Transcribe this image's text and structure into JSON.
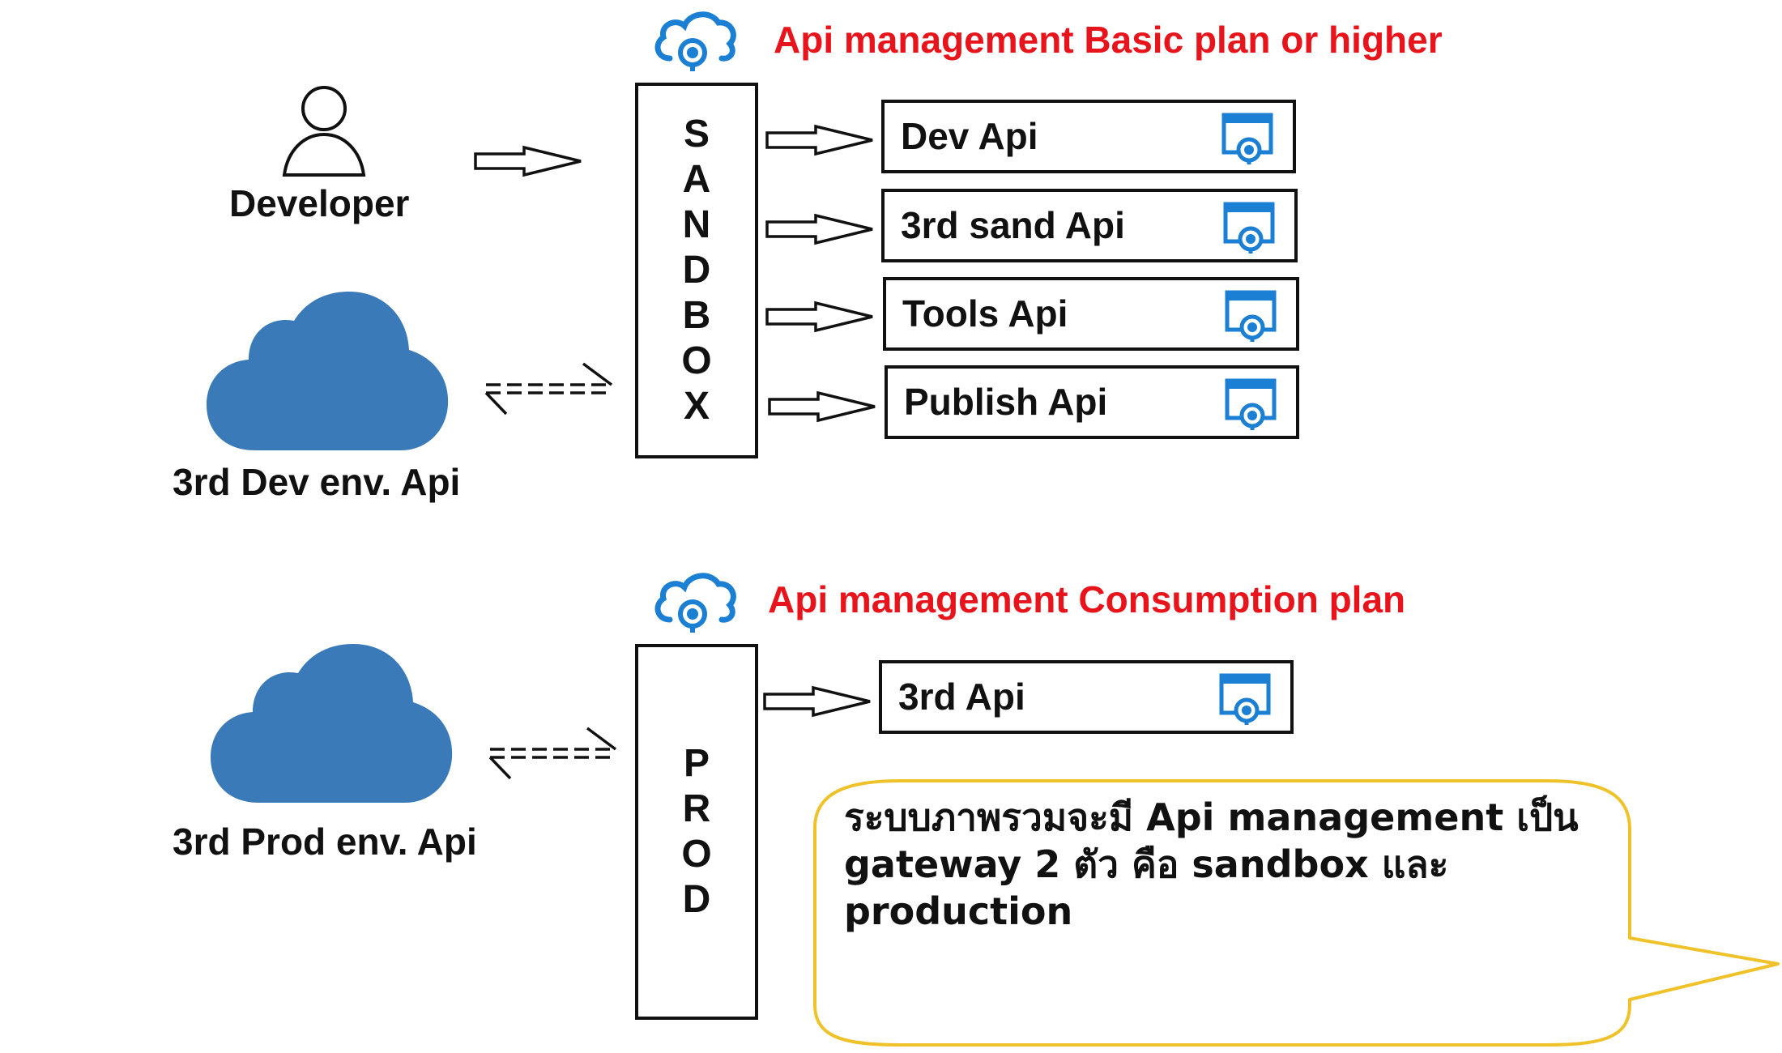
{
  "top_section": {
    "title": "Api management Basic plan or higher",
    "developer_label": "Developer",
    "cloud_label": "3rd Dev env. Api",
    "gateway_letters": [
      "S",
      "A",
      "N",
      "D",
      "B",
      "O",
      "X"
    ],
    "apis": [
      {
        "label": "Dev Api"
      },
      {
        "label": "3rd sand Api"
      },
      {
        "label": "Tools Api"
      },
      {
        "label": "Publish Api"
      }
    ]
  },
  "bottom_section": {
    "title": "Api management Consumption plan",
    "cloud_label": "3rd Prod env. Api",
    "gateway_letters": [
      "P",
      "R",
      "O",
      "D"
    ],
    "apis": [
      {
        "label": "3rd Api"
      }
    ]
  },
  "callout": {
    "lines": [
      "ระบบภาพรวมจะมี Api management เป็น",
      "gateway 2 ตัว คือ sandbox และ",
      "production"
    ]
  },
  "colors": {
    "title_red": "#e8141c",
    "cloud_blue": "#3a7ab8",
    "icon_blue": "#1b7fd4",
    "callout_border": "#f0c22a"
  },
  "icons": {
    "apim": "apim-cloud-icon",
    "api": "api-window-icon",
    "person": "person-icon",
    "cloud": "cloud-icon"
  }
}
